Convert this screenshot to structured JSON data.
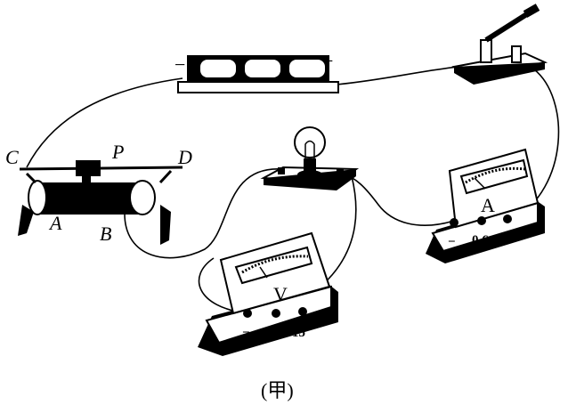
{
  "caption": "(甲)",
  "rheostat": {
    "labels": {
      "c": "C",
      "p": "P",
      "d": "D",
      "a": "A",
      "b": "B"
    }
  },
  "battery": {
    "negative": "−",
    "positive": "+"
  },
  "voltmeter": {
    "symbol": "V",
    "terminals": [
      "−",
      "3",
      "15"
    ]
  },
  "ammeter": {
    "symbol": "A",
    "terminals": [
      "−",
      "0.6",
      "3"
    ]
  },
  "colors": {
    "ink": "#000000",
    "background": "#ffffff"
  }
}
